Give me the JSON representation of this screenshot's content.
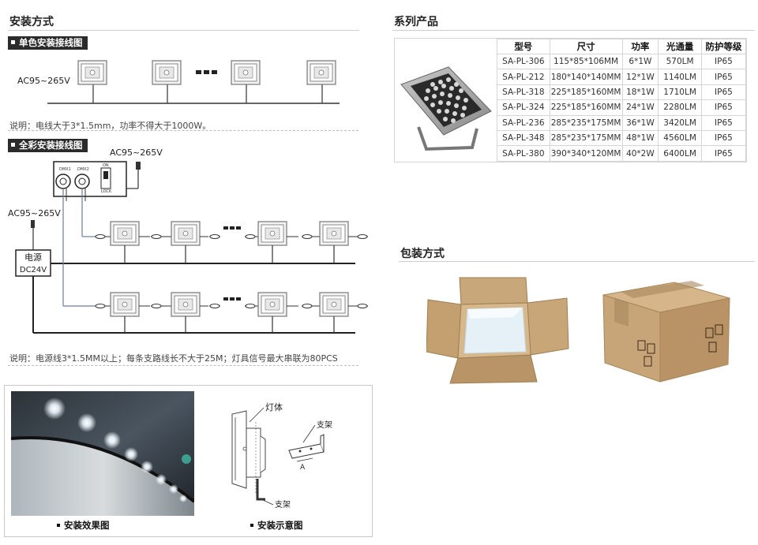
{
  "left": {
    "install_title": "安装方式",
    "mono_tag": "单色安装接线图",
    "mono_ac": "AC95~265V",
    "mono_note": "说明：电线大于3*1.5mm，功率不得大于1000W。",
    "color_tag": "全彩安装接线图",
    "color_ac_top": "AC95~265V",
    "color_ac_left": "AC95~265V",
    "psu_line1": "电源",
    "psu_line2": "DC24V",
    "ctrl_labels": [
      "DMX1",
      "DMX2",
      "ON",
      "LOCK"
    ],
    "color_note": "说明：电源线3*1.5MM以上；每条支路线长不大于25M；灯具信号最大串联为80PCS"
  },
  "bottom": {
    "effect_caption": "安装效果图",
    "diagram_caption": "安装示意图",
    "diagram_lamp": "灯体",
    "diagram_bracket_top": "支架",
    "diagram_bracket_bottom": "支架",
    "diagram_a": "A"
  },
  "right": {
    "series_title": "系列产品",
    "pack_title": "包装方式",
    "table": {
      "headers": [
        "型号",
        "尺寸",
        "功率",
        "光通量",
        "防护等级"
      ],
      "rows": [
        [
          "SA-PL-306",
          "115*85*106MM",
          "6*1W",
          "570LM",
          "IP65"
        ],
        [
          "SA-PL-212",
          "180*140*140MM",
          "12*1W",
          "1140LM",
          "IP65"
        ],
        [
          "SA-PL-318",
          "225*185*160MM",
          "18*1W",
          "1710LM",
          "IP65"
        ],
        [
          "SA-PL-324",
          "225*185*160MM",
          "24*1W",
          "2280LM",
          "IP65"
        ],
        [
          "SA-PL-236",
          "285*235*175MM",
          "36*1W",
          "3420LM",
          "IP65"
        ],
        [
          "SA-PL-348",
          "285*235*175MM",
          "48*1W",
          "4560LM",
          "IP65"
        ],
        [
          "SA-PL-380",
          "390*340*120MM",
          "40*2W",
          "6400LM",
          "IP65"
        ]
      ]
    }
  }
}
